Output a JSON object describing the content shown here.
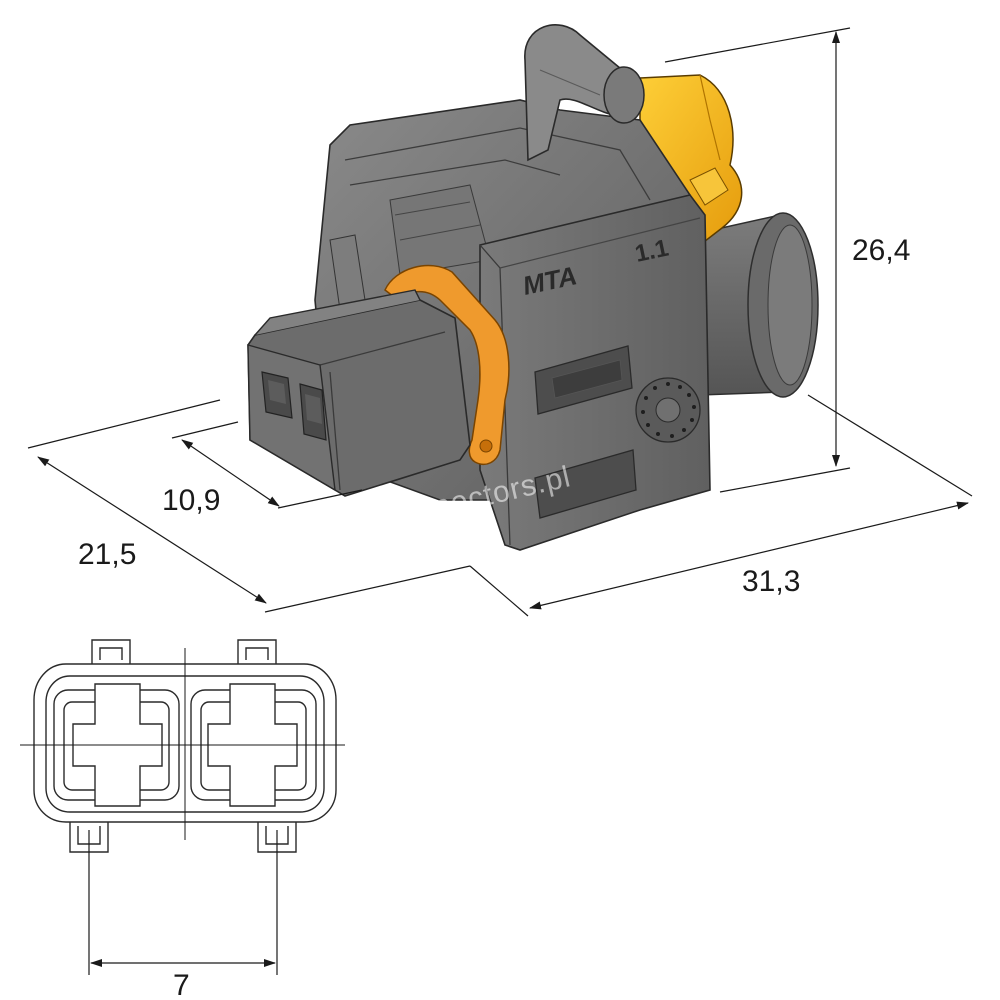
{
  "diagram": {
    "dimensions": {
      "height": "26,4",
      "depth": "21,5",
      "front_depth": "10,9",
      "length": "31,3",
      "pitch": "7"
    },
    "markings": {
      "brand": "MTA",
      "version": "1.1"
    },
    "watermark": "e-connectors.pl",
    "colors": {
      "housing": "#6e6e6e",
      "housing_light": "#8a8a8a",
      "housing_dark": "#4a4a4a",
      "secondary_lock": "#f4b21c",
      "seal_ring": "#ef9a2d",
      "line": "#1a1a1a"
    }
  }
}
